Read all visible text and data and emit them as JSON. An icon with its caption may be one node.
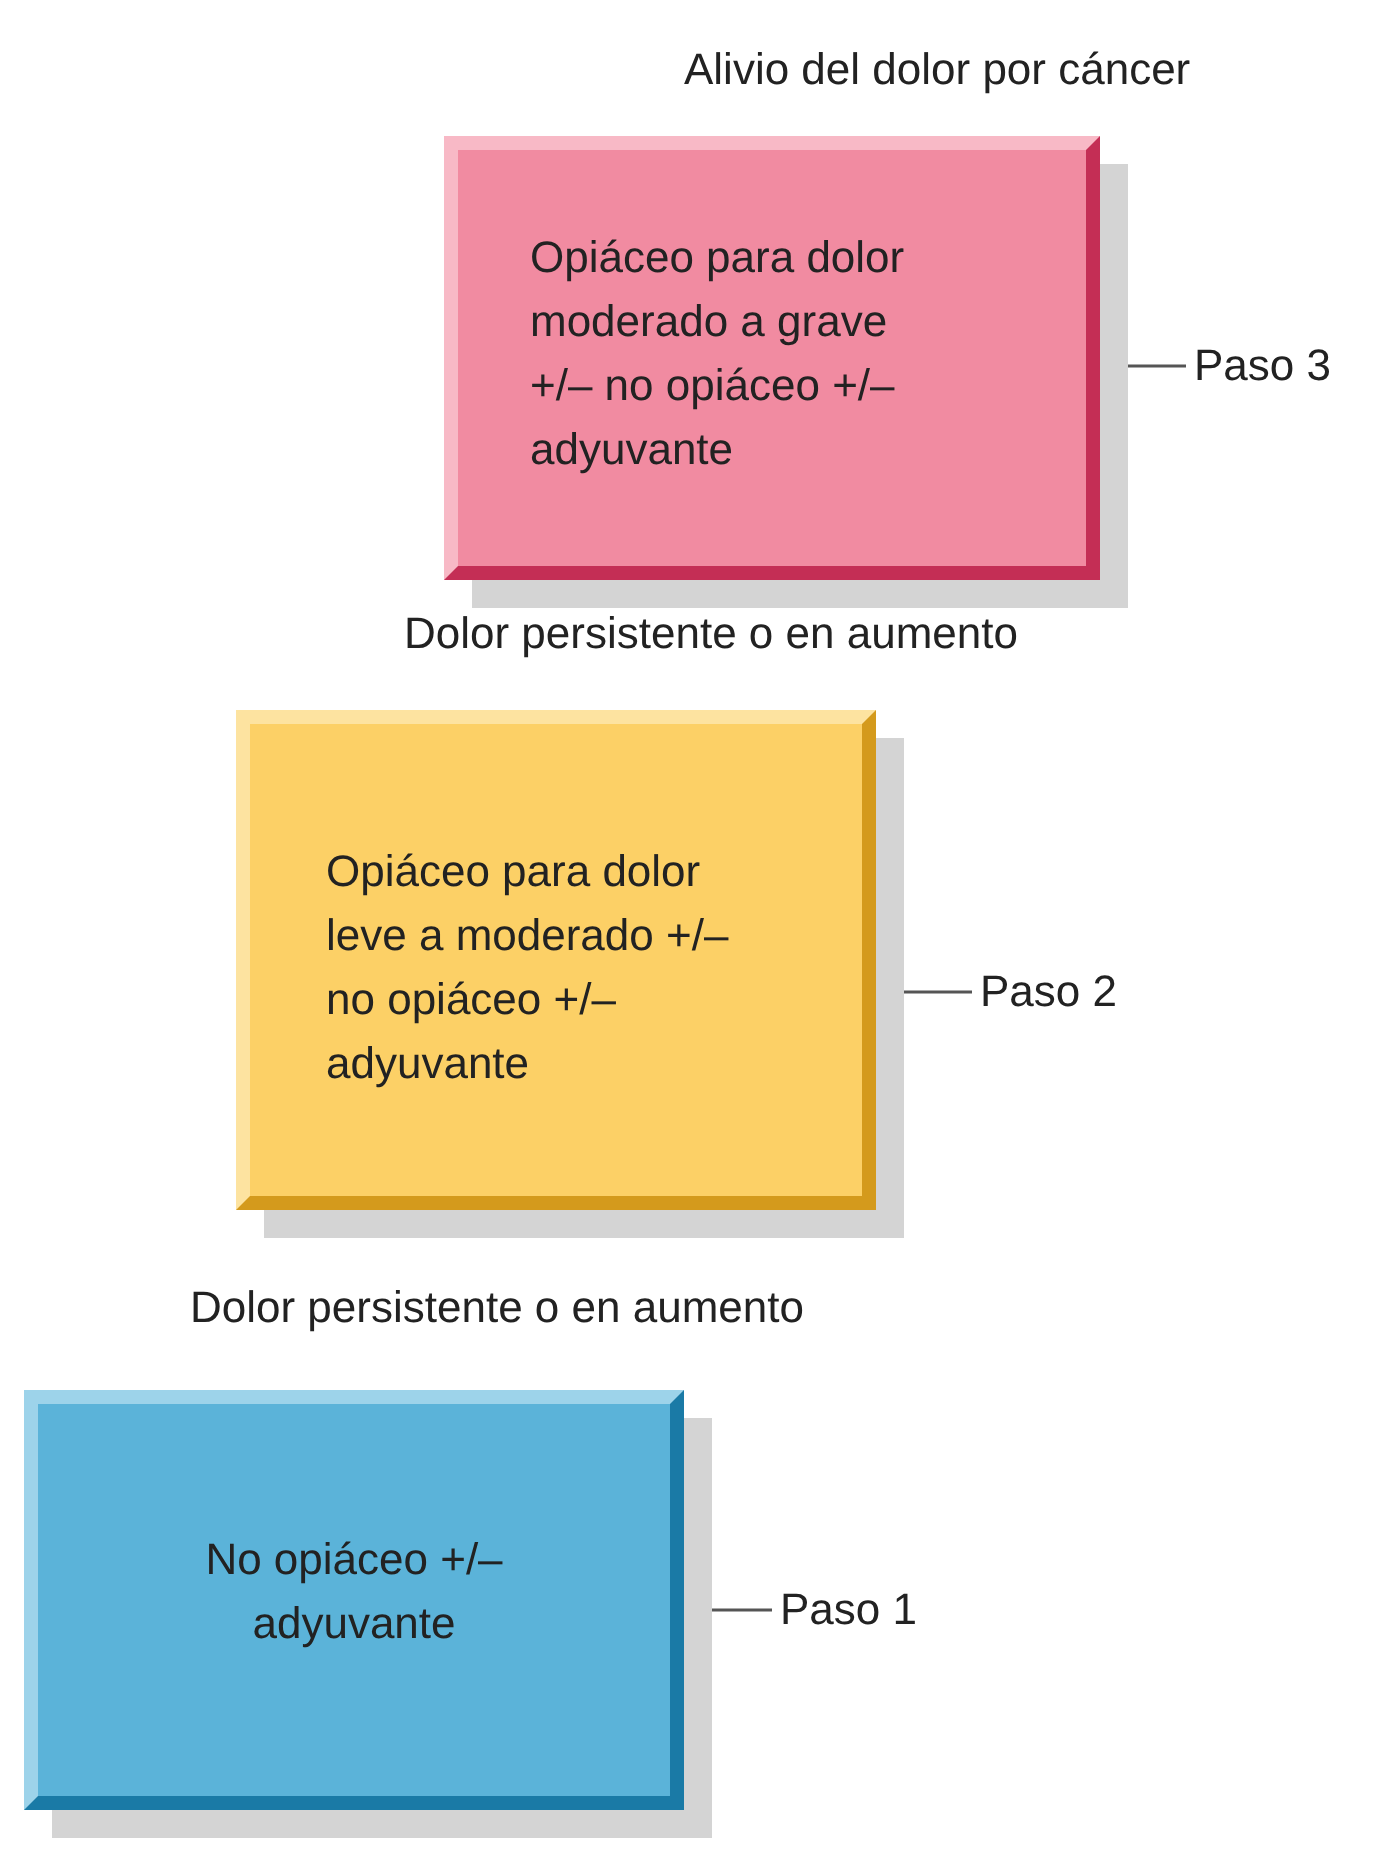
{
  "diagram": {
    "nodes": [
      {
        "text": [
          "Opiáceo para dolor moderado a grave +/– no opiáceo +/– adyuvante"
        ]
      },
      {
        "text": [
          "Paso 3"
        ]
      },
      {
        "text": [
          "Opiáceo para dolor leve a moderado +/– no opiáceo +/– adyuvante"
        ]
      },
      {
        "text": [
          "Paso 2"
        ]
      },
      {
        "text": [
          "No opiáceo +/– adyuvante"
        ]
      },
      {
        "text": [
          "Paso 1"
        ]
      }
    ],
    "edges": [
      {
        "from": 0,
        "to": 1,
        "arrow": "none"
      },
      {
        "from": 2,
        "to": 3,
        "arrow": "none"
      },
      {
        "from": 4,
        "to": 5,
        "arrow": "none"
      }
    ],
    "labels": [
      "Alivio del dolor por cáncer",
      "Dolor persistente o en aumento",
      "Dolor persistente o en aumento"
    ]
  }
}
